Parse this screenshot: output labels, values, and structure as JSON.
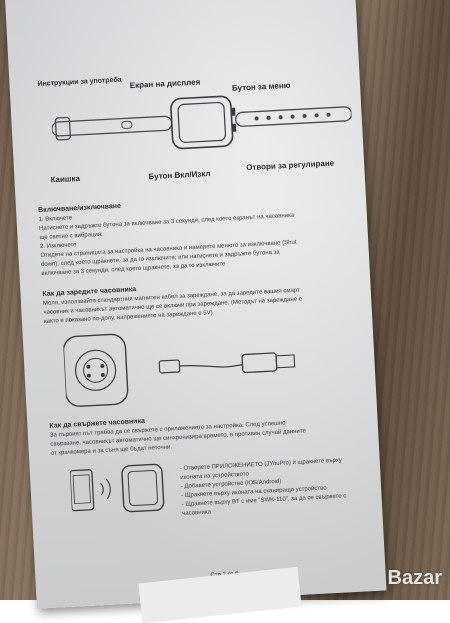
{
  "manual": {
    "title": "Инструкции за употреба",
    "labels": {
      "screen": "Екран на дисплея",
      "menu_button": "Бутон за меню",
      "buckle": "Каишка",
      "power_button": "Бутон Вкл/Изкл",
      "holes": "Отвори за регулиране"
    },
    "power_section": {
      "heading": "Включване/изключване",
      "lines": [
        "1. Включете",
        "Натиснете и задръжте бутона за включване за 3 секунди, след което екранът на часовника",
        "ще светне с вибрация;",
        "2. Изключете",
        "Отидете на страницата за настройка на часовника и намерете менюто за изключване (Shut",
        "down), след което щракнете, за да го изключите; или натиснете и задръжте бутона за",
        "включване за 3 секунди, след което щракнете, за да го изключите"
      ]
    },
    "charge_section": {
      "heading": "Как да заредите часовника",
      "lines": [
        "Моля, използвайте стандартния магнитен кабел за зареждане, за да заредите вашия смарт",
        "часовник и часовникът автоматично ще се включи при зареждане. (Методът на зареждане е",
        "както е показано по-долу, напрежението на зареждане е 5V)"
      ]
    },
    "connect_section": {
      "heading": "Как да свържете часовника",
      "lines": [
        "За първият път трябва да се свържете с приложението за настройка. След успешно",
        "свързване, часовникът автоматично ще синхронизира времето, в противен случай данните",
        "от крачкомера и за съня ще бъдат неточни."
      ],
      "steps": [
        "- Отворете ПРИЛОЖЕНИЕТО (JYouPro) и щракнете върху",
        "  иконата на устройството",
        "- Добавете устройство (iOS/Android)",
        "- Щракнете върху иконата на сканиращо устройство",
        "- Щракнете върху BT с име \"SWK-110\", за да се свържете с",
        "  часовника"
      ]
    },
    "page": "Стр 2 от 6"
  },
  "watermark": "Bazar",
  "colors": {
    "paper": "#dfe1e3",
    "ink": "#3a3c40",
    "table": "#7a6653"
  }
}
